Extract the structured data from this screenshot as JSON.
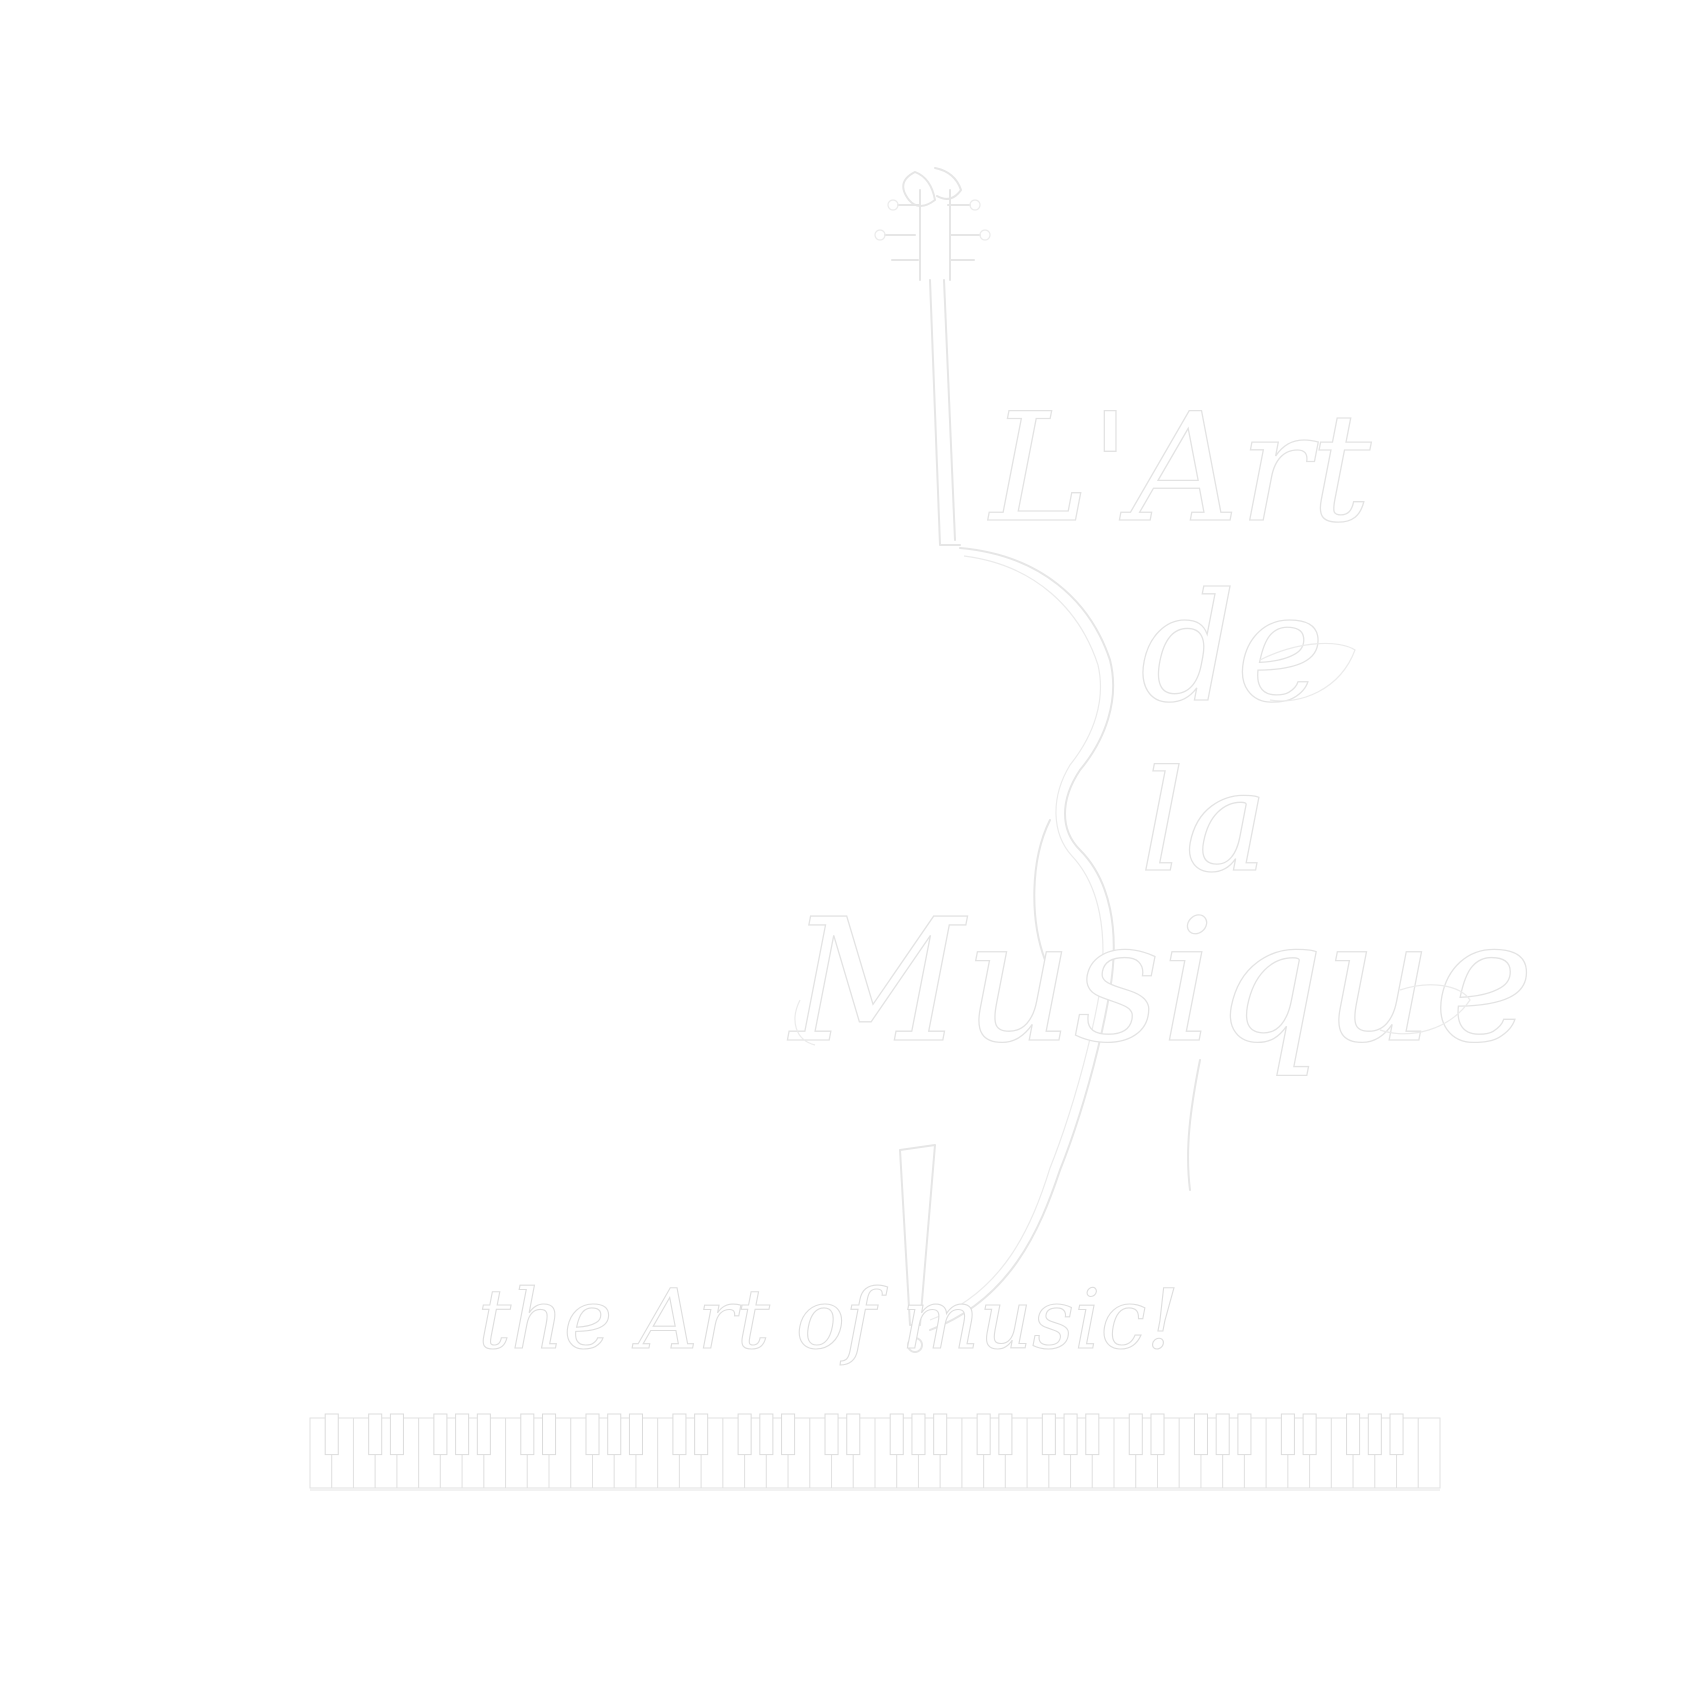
{
  "artwork": {
    "title_words": [
      "L'Art",
      "de",
      "la",
      "Musique"
    ],
    "subtitle": "the Art of music!",
    "colors": {
      "background": "#ffffff",
      "line": "#e3e3e3"
    },
    "icons": [
      "cello-icon",
      "piano-keyboard-icon",
      "exclamation-mark-icon"
    ]
  }
}
